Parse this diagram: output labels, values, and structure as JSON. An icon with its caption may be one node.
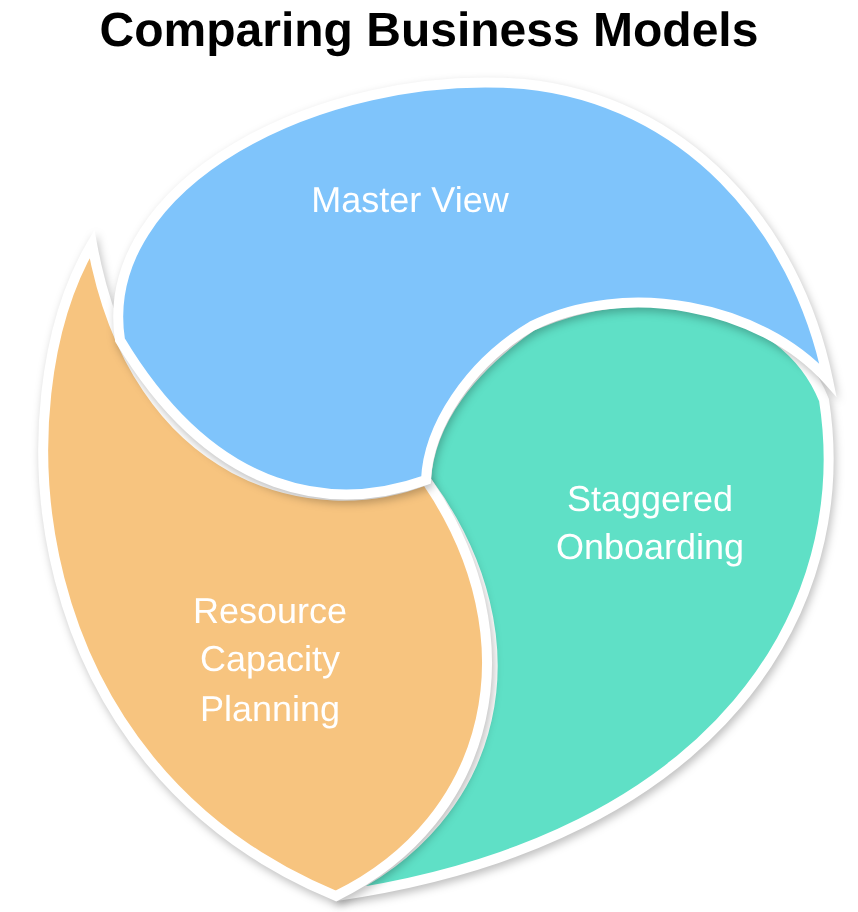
{
  "diagram": {
    "title": "Comparing Business Models",
    "nodes": [
      {
        "text": [
          "Master View"
        ]
      },
      {
        "text": [
          "Staggered Onboarding"
        ]
      },
      {
        "text": [
          "Resource Capacity Planning"
        ]
      }
    ]
  }
}
